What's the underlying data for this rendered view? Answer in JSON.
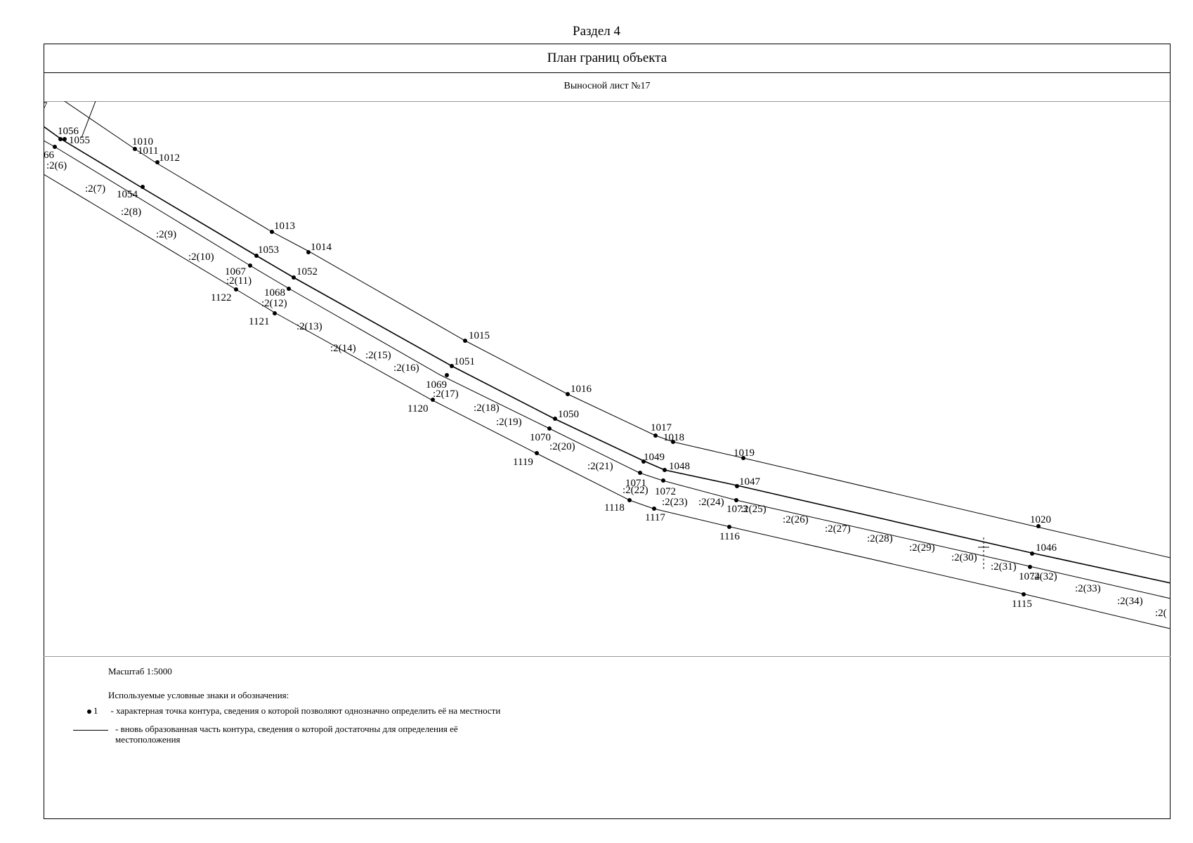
{
  "section_title": "Раздел 4",
  "plan_title": "План границ объекта",
  "sheet_title": "Выносной лист №17",
  "scale": "Масштаб 1:5000",
  "legend": {
    "title": "Используемые условные знаки и обозначения:",
    "point_symbol_label": "1",
    "point_desc": "- характерная точка контура, сведения о которой позволяют однозначно определить её на местности",
    "line_desc": "- вновь образованная часть контура, сведения о которой достаточны для определения её местоположения"
  },
  "point_labels": [
    "1056",
    "1055",
    "1010",
    "1011",
    "1012",
    "66",
    "1054",
    "1013",
    "1014",
    "1053",
    "1067",
    "1052",
    "1122",
    "1068",
    "1121",
    "1015",
    "1051",
    "1069",
    "1120",
    "1016",
    "1050",
    "1070",
    "1119",
    "1017",
    "1018",
    "1019",
    "1049",
    "1048",
    "1071",
    "1072",
    "1047",
    "1118",
    "1117",
    "1073",
    "1116",
    "1020",
    "1046",
    "1074",
    "1115",
    "7"
  ],
  "parcel_labels": [
    ":2(6)",
    ":2(7)",
    ":2(8)",
    ":2(9)",
    ":2(10)",
    ":2(11)",
    ":2(12)",
    ":2(13)",
    ":2(14)",
    ":2(15)",
    ":2(16)",
    ":2(17)",
    ":2(18)",
    ":2(19)",
    ":2(20)",
    ":2(21)",
    ":2(22)",
    ":2(23)",
    ":2(24)",
    ":2(25)",
    ":2(26)",
    ":2(27)",
    ":2(28)",
    ":2(29)",
    ":2(30)",
    ":2(31)",
    ":2(32)",
    ":2(33)",
    ":2(34)",
    ":2("
  ]
}
